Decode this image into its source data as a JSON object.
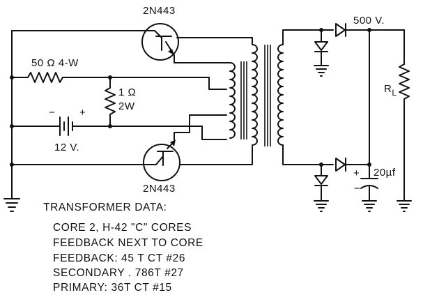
{
  "labels": {
    "q1": "2N443",
    "q2": "2N443",
    "r1": "50 Ω 4-W",
    "r2_value": "1 Ω",
    "r2_power": "2W",
    "battery": "12 V.",
    "batt_minus": "−",
    "batt_plus": "+",
    "output": "500 V.",
    "load": "R",
    "load_sub": "L",
    "cap": "20µf",
    "cap_plus": "+",
    "cap_minus": "−"
  },
  "transformer_data": {
    "heading": "TRANSFORMER DATA:",
    "lines": [
      "CORE 2, H-42 \"C\" CORES",
      "FEEDBACK NEXT TO CORE",
      "FEEDBACK: 45 T CT #26",
      "SECONDARY . 786T #27",
      "PRIMARY: 36T CT #15"
    ]
  }
}
